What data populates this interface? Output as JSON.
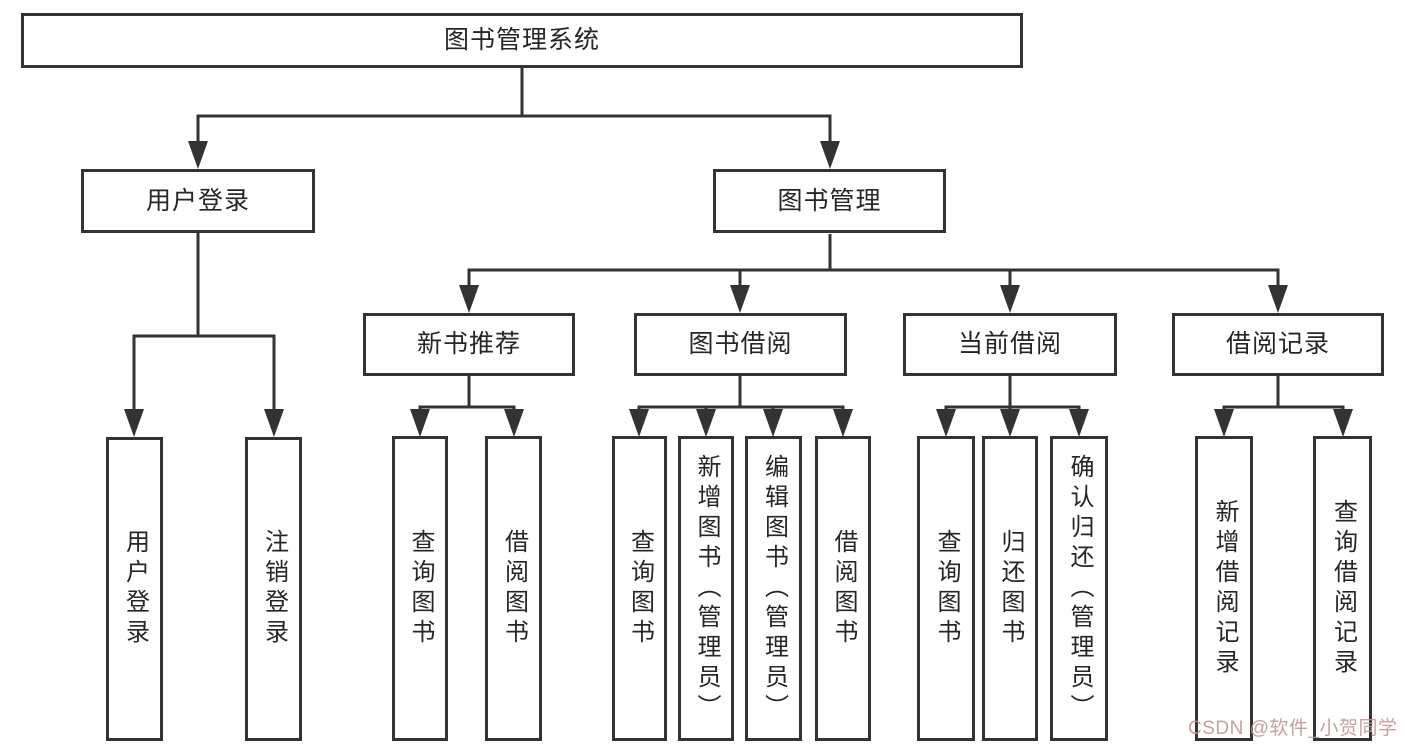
{
  "colors": {
    "line": "#333333",
    "text": "#262626",
    "background": "#ffffff",
    "watermark": "#c19595"
  },
  "tree": {
    "root": {
      "label": "图书管理系统",
      "children": [
        {
          "label": "用户登录",
          "children": [
            {
              "label": "用户登录"
            },
            {
              "label": "注销登录"
            }
          ]
        },
        {
          "label": "图书管理",
          "children": [
            {
              "label": "新书推荐",
              "children": [
                {
                  "label": "查询图书"
                },
                {
                  "label": "借阅图书"
                }
              ]
            },
            {
              "label": "图书借阅",
              "children": [
                {
                  "label": "查询图书"
                },
                {
                  "label": "新增图书（管理员）"
                },
                {
                  "label": "编辑图书（管理员）"
                },
                {
                  "label": "借阅图书"
                }
              ]
            },
            {
              "label": "当前借阅",
              "children": [
                {
                  "label": "查询图书"
                },
                {
                  "label": "归还图书"
                },
                {
                  "label": "确认归还（管理员）"
                }
              ]
            },
            {
              "label": "借阅记录",
              "children": [
                {
                  "label": "新增借阅记录"
                },
                {
                  "label": "查询借阅记录"
                }
              ]
            }
          ]
        }
      ]
    }
  },
  "watermark": {
    "text": "CSDN @软件_小贺同学"
  }
}
